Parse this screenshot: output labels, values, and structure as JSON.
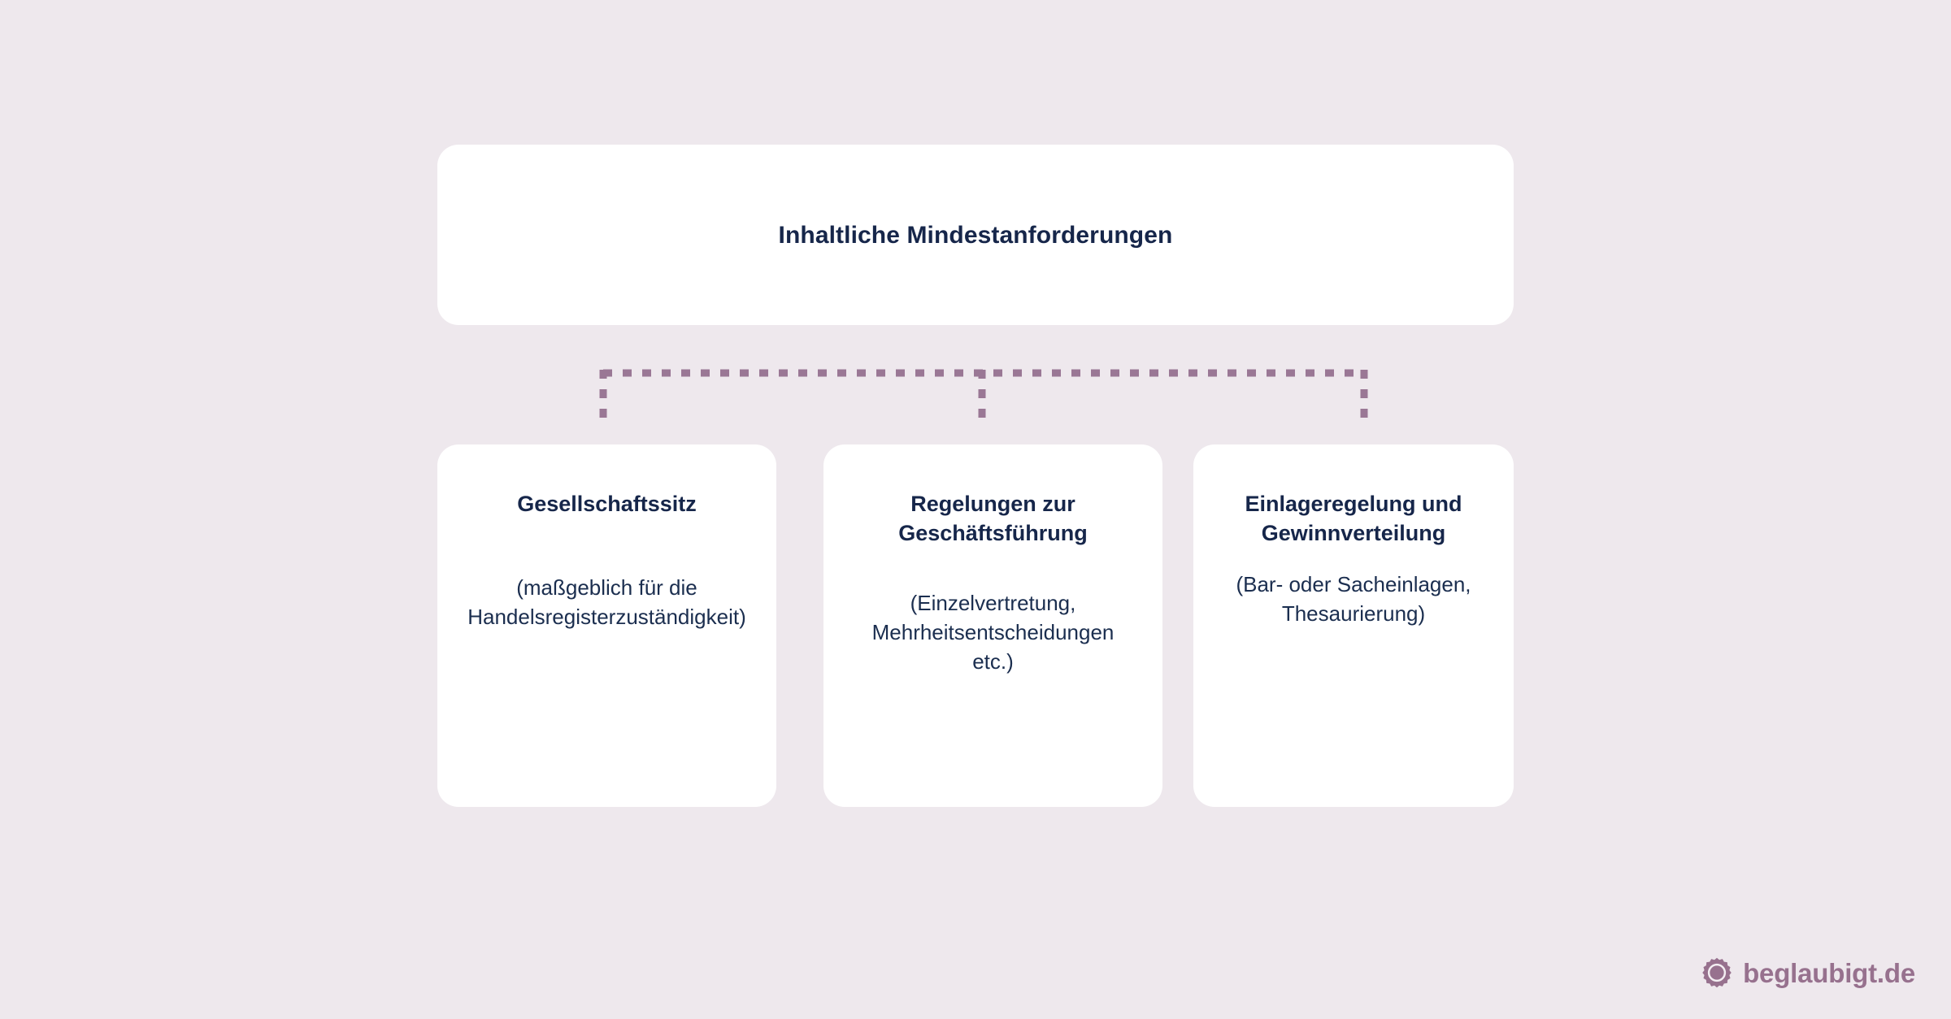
{
  "diagram": {
    "type": "hierarchy",
    "background_color": "#EEE8ED",
    "card_color": "#FFFFFF",
    "text_color": "#16264A",
    "connector_color": "#9A7795",
    "root": {
      "title": "Inhaltliche Mindestanforderungen"
    },
    "children": [
      {
        "title": "Gesellschaftssitz",
        "subtitle": "(maßgeblich für die Handelsregisterzuständigkeit)"
      },
      {
        "title": "Regelungen zur Geschäftsführung",
        "subtitle": "(Einzelvertretung, Mehrheitsentscheidungen etc.)"
      },
      {
        "title": "Einlageregelung und Gewinnverteilung",
        "subtitle": "(Bar- oder Sacheinlagen, Thesaurierung)"
      }
    ],
    "connector": {
      "style": "dashed",
      "color": "#9A7795",
      "branches": 3
    }
  },
  "watermark": {
    "brand": "beglaubigt.de",
    "icon": "seal-icon",
    "color": "#97718E"
  }
}
